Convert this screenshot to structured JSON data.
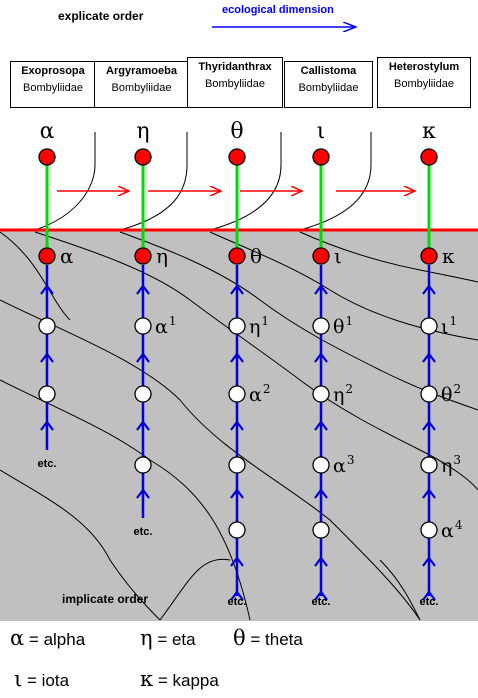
{
  "header": {
    "explicate_label": "explicate order",
    "ecological_label": "ecological dimension",
    "ecological_color": "#0000ff"
  },
  "implicate_label": "implicate order",
  "colors": {
    "red_line": "#ff0000",
    "green_stem": "#00dd00",
    "blue_arrow": "#0000dd",
    "implicate_bg": "#c0c0c0",
    "node_red": "#ff0000"
  },
  "columns": [
    {
      "genus": "Exoprosopa",
      "family": "Bombyliidae",
      "top_symbol": "α",
      "base_label": "α",
      "nodes": [],
      "etc": "etc."
    },
    {
      "genus": "Argyramoeba",
      "family": "Bombyliidae",
      "top_symbol": "η",
      "base_label": "η",
      "nodes": [
        {
          "base": "α",
          "sup": "1"
        }
      ],
      "etc": "etc."
    },
    {
      "genus": "Thyridanthrax",
      "family": "Bombyliidae",
      "top_symbol": "θ",
      "base_label": "θ",
      "nodes": [
        {
          "base": "η",
          "sup": "1"
        },
        {
          "base": "α",
          "sup": "2"
        }
      ],
      "etc": "etc."
    },
    {
      "genus": "Callistoma",
      "family": "Bombyliidae",
      "top_symbol": "ι",
      "base_label": "ι",
      "nodes": [
        {
          "base": "θ",
          "sup": "1"
        },
        {
          "base": "η",
          "sup": "2"
        },
        {
          "base": "α",
          "sup": "3"
        }
      ],
      "etc": "etc."
    },
    {
      "genus": "Heterostylum",
      "family": "Bombyliidae",
      "top_symbol": "κ",
      "base_label": "κ",
      "nodes": [
        {
          "base": "ι",
          "sup": "1"
        },
        {
          "base": "θ",
          "sup": "2"
        },
        {
          "base": "η",
          "sup": "3"
        },
        {
          "base": "α",
          "sup": "4"
        }
      ],
      "etc": "etc."
    }
  ],
  "legend": [
    {
      "symbol": "α",
      "text": "= alpha"
    },
    {
      "symbol": "η",
      "text": "= eta"
    },
    {
      "symbol": "θ",
      "text": "= theta"
    },
    {
      "symbol": "ι",
      "text": "= iota"
    },
    {
      "symbol": "κ",
      "text": "= kappa"
    }
  ]
}
